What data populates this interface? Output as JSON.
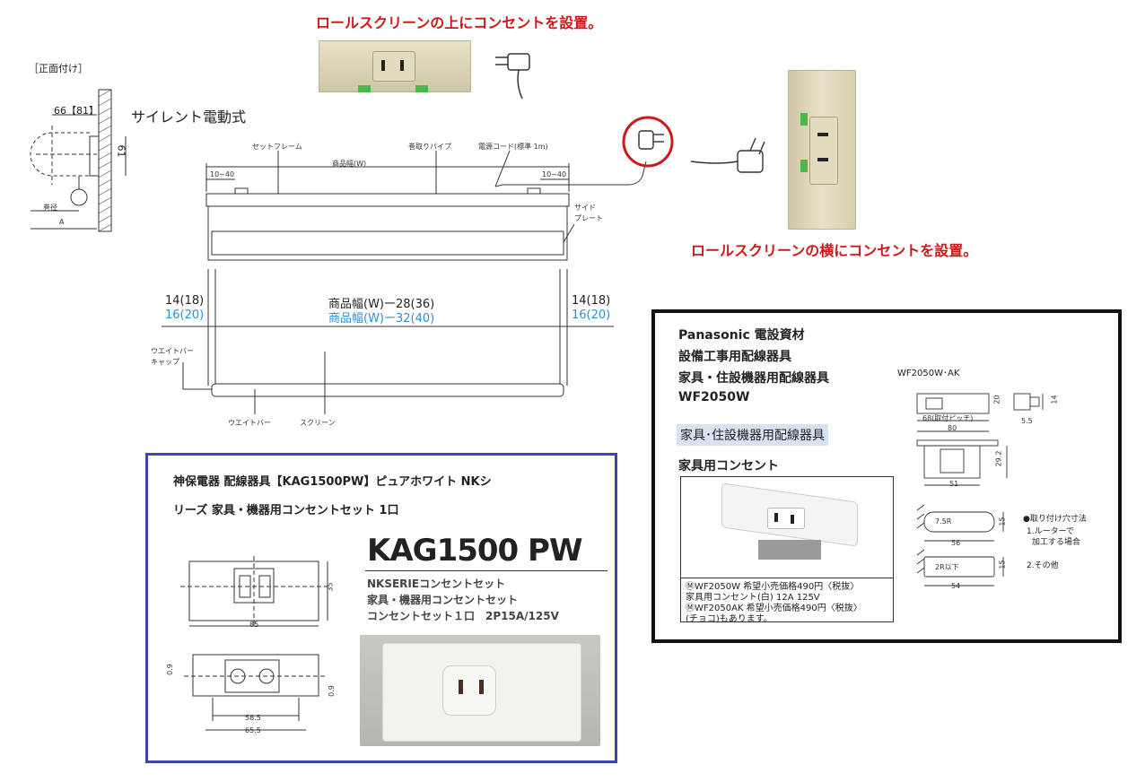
{
  "captions": {
    "top_red": "ロールスクリーンの上にコンセントを設置。",
    "side_red": "ロールスクリーンの横にコンセントを設置。"
  },
  "side_view": {
    "title": "［正面付け］",
    "dim_top": "66【81】",
    "dim_right": "61",
    "label_diameter": "巻径",
    "label_A": "A"
  },
  "main_drawing": {
    "product_name": "サイレント電動式",
    "label_set_frame": "セットフレーム",
    "label_pipe": "巻取りパイプ",
    "label_cord": "電源コード(標準 1m)",
    "label_width": "商品幅(W)",
    "label_left_gap": "10~40",
    "label_right_gap": "10~40",
    "label_side_plate_1": "サイド",
    "label_side_plate_2": "プレート",
    "left_dim_black": "14(18)",
    "left_dim_blue": "16(20)",
    "center_dim_black": "商品幅(W)ー28(36)",
    "center_dim_blue": "商品幅(W)ー32(40)",
    "right_dim_black": "14(18)",
    "right_dim_blue": "16(20)",
    "label_weight_cap_1": "ウエイトバー",
    "label_weight_cap_2": "キャップ",
    "label_weight_bar": "ウエイトバー",
    "label_screen": "スクリーン"
  },
  "kag_box": {
    "header_line1": "神保電器 配線器具【KAG1500PW】ピュアホワイト NKシ",
    "header_line2": "リーズ 家具・機器用コンセントセット 1口",
    "model": "KAG1500 PW",
    "desc_line1": "NKSERIEコンセントセット",
    "desc_line2": "家具・機器用コンセントセット",
    "desc_line3": "コンセントセット１口　2P15A/125V",
    "dim_85": "85",
    "dim_35": "35",
    "dim_585": "58.5",
    "dim_655": "65.5",
    "dim_09a": "0.9",
    "dim_09b": "0.9"
  },
  "panasonic_box": {
    "line1": "Panasonic 電設資材",
    "line2": "設備工事用配線器具",
    "line3": "家具・住設機器用配線器具",
    "line4": "WF2050W",
    "highlight": "家具･住設機器用配線器具",
    "subtitle": "家具用コンセント",
    "model_small": "WF2050W･AK",
    "dim_20": "20",
    "dim_14": "14",
    "dim_68": "68(取付ピッチ)",
    "dim_80": "80",
    "dim_55": "5.5",
    "dim_292": "29.2",
    "dim_51": "51",
    "hole_title": "●取り付け穴寸法",
    "hole_1a": "1.ルーターで",
    "hole_1b": "加工する場合",
    "hole_2": "2.その他",
    "dim_75r": "7.5R",
    "dim_15a": "15",
    "dim_56": "56",
    "dim_2r": "2R以下",
    "dim_15b": "15",
    "dim_54": "54",
    "price_1": "ⓂWF2050W 希望小売価格490円〈税抜〉",
    "price_2": "家具用コンセント(白) 12A 125V",
    "price_3": "ⓂWF2050AK 希望小売価格490円〈税抜〉",
    "price_4": "(チョコ)もあります。"
  },
  "colors": {
    "red": "#cc1a1a",
    "blue_text": "#2e8fd0",
    "blue_border": "#3c48a8",
    "outlet_beige": "#d9d0b2",
    "outlet_white": "#f2f2ee"
  }
}
